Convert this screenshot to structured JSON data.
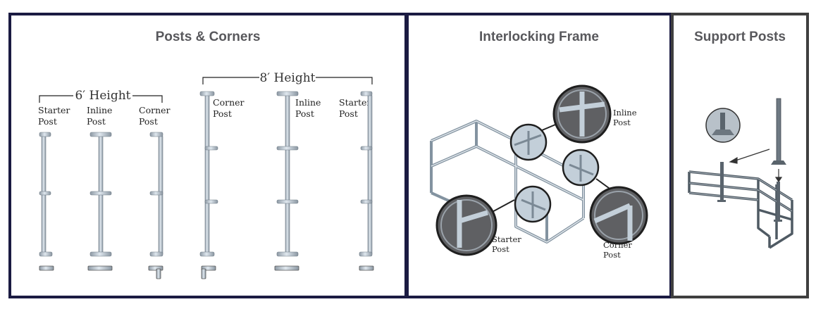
{
  "panels": {
    "posts": {
      "title": "Posts & Corners",
      "group_6": {
        "heading": "6′ Height",
        "labels": [
          [
            "Starter",
            "Post"
          ],
          [
            "Inline",
            "Post"
          ],
          [
            "Corner",
            "Post"
          ]
        ]
      },
      "group_8": {
        "heading": "8′ Height",
        "labels": [
          [
            "Corner",
            "Post"
          ],
          [
            "Inline",
            "Post"
          ],
          [
            "Starter",
            "Post"
          ]
        ]
      }
    },
    "frame": {
      "title": "Interlocking Frame",
      "callouts": {
        "inline": [
          "Inline",
          "Post"
        ],
        "starter": [
          "Starter",
          "Post"
        ],
        "corner": [
          "Corner",
          "Post"
        ]
      }
    },
    "support": {
      "title": "Support Posts"
    }
  },
  "colors": {
    "navy_border": "#1b1b42",
    "gray_border": "#3f3f3f",
    "title": "#58585c",
    "metal": "#c3cfd9",
    "callout_dark": "#5f6063"
  }
}
